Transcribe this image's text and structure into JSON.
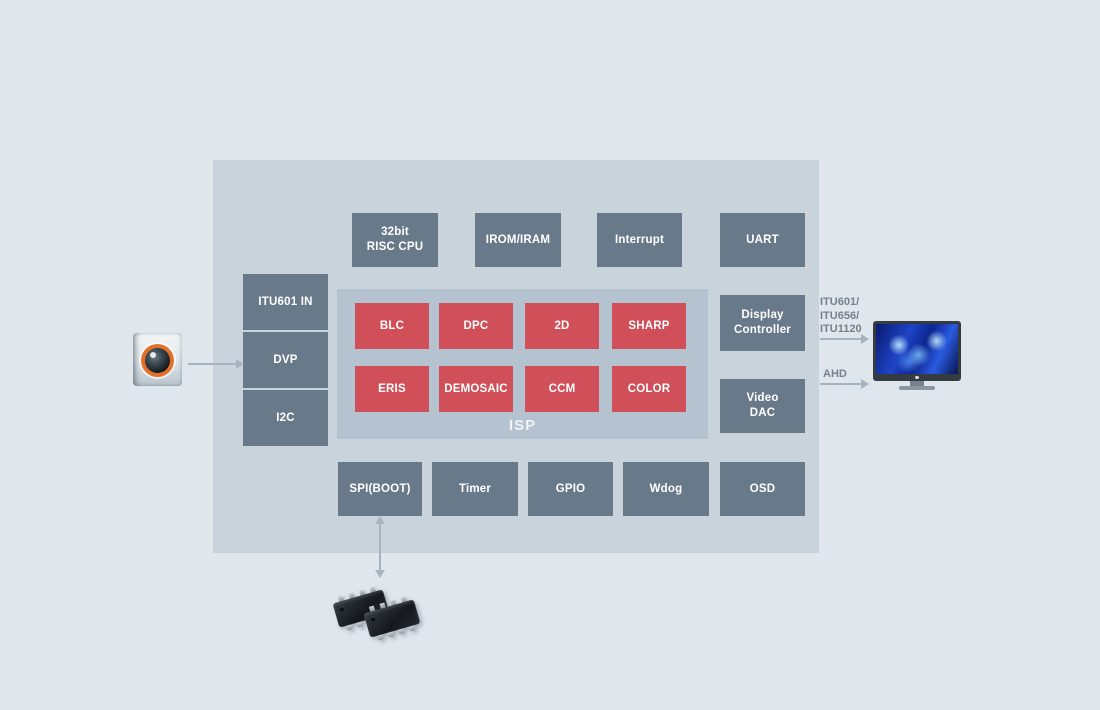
{
  "colors": {
    "background": "#dfe6ec",
    "soc_panel": "#c9d3dc",
    "isp_panel": "#b5c3d0",
    "block_gray": "#68798a",
    "block_red": "#d04f58",
    "arrow": "#a7b4bf",
    "output_label_text": "#76818d",
    "block_text": "#ffffff"
  },
  "blocks": {
    "cpu": "32bit\nRISC CPU",
    "irom": "IROM/IRAM",
    "interrupt": "Interrupt",
    "uart": "UART",
    "itu601_in": "ITU601 IN",
    "dvp": "DVP",
    "i2c": "I2C",
    "display_controller": "Display\nController",
    "video_dac": "Video\nDAC",
    "spi": "SPI(BOOT)",
    "timer": "Timer",
    "gpio": "GPIO",
    "wdog": "Wdog",
    "osd": "OSD"
  },
  "isp": {
    "label": "ISP",
    "blocks": [
      "BLC",
      "DPC",
      "2D",
      "SHARP",
      "ERIS",
      "DEMOSAIC",
      "CCM",
      "COLOR"
    ]
  },
  "outputs": {
    "itu_lines": [
      "ITU601/",
      "ITU656/",
      "ITU1120"
    ],
    "ahd": "AHD"
  },
  "icons": {
    "camera": "camera-module-photo",
    "monitor": "display-monitor-photo",
    "flash": "soic8-flash-chips"
  }
}
